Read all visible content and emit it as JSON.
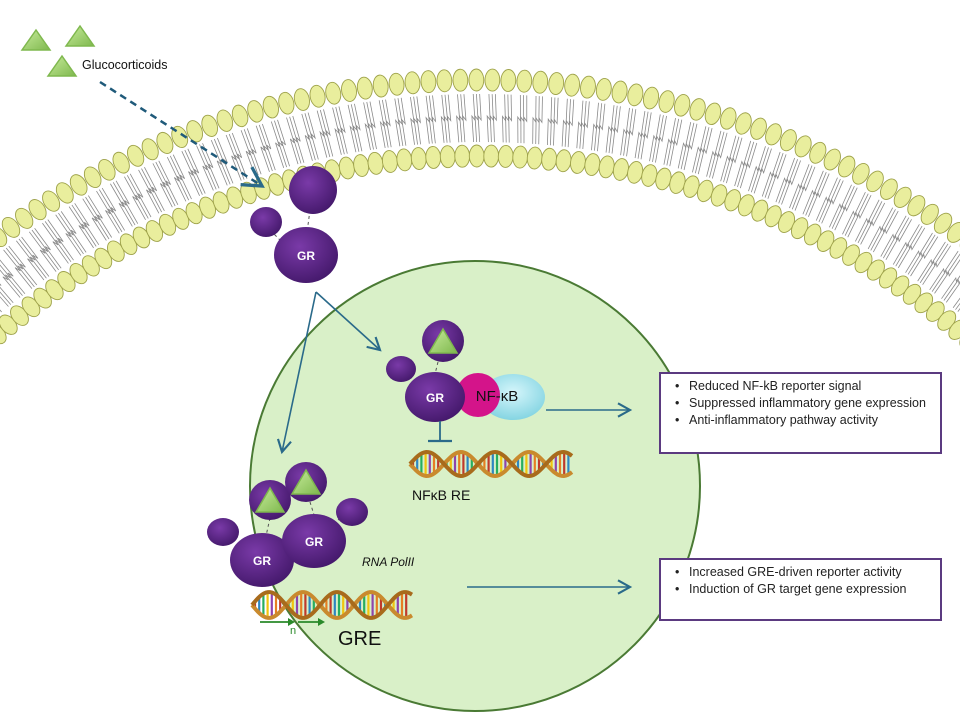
{
  "labels": {
    "glucocorticoids": "Glucocorticoids",
    "gr": "GR",
    "nfkb": "NF-κB",
    "nfkb_re": "NFκB RE",
    "rna_polii": "RNA PolII",
    "n": "n",
    "gre": "GRE"
  },
  "boxes": {
    "nfkb_outcomes": [
      "Reduced NF-kB reporter signal",
      "Suppressed inflammatory gene expression",
      "Anti-inflammatory pathway activity"
    ],
    "gre_outcomes": [
      "Increased GRE-driven reporter activity",
      "Induction of GR target gene expression"
    ]
  },
  "colors": {
    "membrane_head": "#e9ee9d",
    "membrane_stroke": "#9ea24a",
    "nucleus_fill": "#d9f0c8",
    "nucleus_stroke": "#4a7a34",
    "protein_purple": "#5a2580",
    "ligand_green": "#9ccd6a",
    "nfkb_magenta": "#d4148a",
    "nfkb_cyan": "#9fe3ee",
    "arrow_blue": "#2a6a8a",
    "box_border": "#5b3a80"
  }
}
